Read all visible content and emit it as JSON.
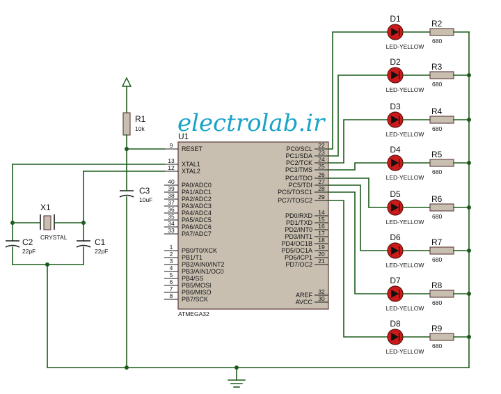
{
  "watermark": "electrolab.ir",
  "mcu": {
    "ref": "U1",
    "part": "ATMEGA32",
    "left_pins": [
      {
        "no": "9",
        "name": "RESET"
      },
      {
        "no": "13",
        "name": "XTAL1"
      },
      {
        "no": "12",
        "name": "XTAL2"
      },
      {
        "no": "40",
        "name": "PA0/ADC0"
      },
      {
        "no": "39",
        "name": "PA1/ADC1"
      },
      {
        "no": "38",
        "name": "PA2/ADC2"
      },
      {
        "no": "37",
        "name": "PA3/ADC3"
      },
      {
        "no": "36",
        "name": "PA4/ADC4"
      },
      {
        "no": "35",
        "name": "PA5/ADC5"
      },
      {
        "no": "34",
        "name": "PA6/ADC6"
      },
      {
        "no": "33",
        "name": "PA7/ADC7"
      },
      {
        "no": "1",
        "name": "PB0/T0/XCK"
      },
      {
        "no": "2",
        "name": "PB1/T1"
      },
      {
        "no": "3",
        "name": "PB2/AIN0/INT2"
      },
      {
        "no": "4",
        "name": "PB3/AIN1/OC0"
      },
      {
        "no": "5",
        "name": "PB4/SS"
      },
      {
        "no": "6",
        "name": "PB5/MOSI"
      },
      {
        "no": "7",
        "name": "PB6/MISO"
      },
      {
        "no": "8",
        "name": "PB7/SCK"
      }
    ],
    "right_pins": [
      {
        "no": "22",
        "name": "PC0/SCL"
      },
      {
        "no": "23",
        "name": "PC1/SDA"
      },
      {
        "no": "24",
        "name": "PC2/TCK"
      },
      {
        "no": "25",
        "name": "PC3/TMS"
      },
      {
        "no": "26",
        "name": "PC4/TDO"
      },
      {
        "no": "27",
        "name": "PC5/TDI"
      },
      {
        "no": "28",
        "name": "PC6/TOSC1"
      },
      {
        "no": "29",
        "name": "PC7/TOSC2"
      },
      {
        "no": "14",
        "name": "PD0/RXD"
      },
      {
        "no": "15",
        "name": "PD1/TXD"
      },
      {
        "no": "16",
        "name": "PD2/INT0"
      },
      {
        "no": "17",
        "name": "PD3/INT1"
      },
      {
        "no": "18",
        "name": "PD4/OC1B"
      },
      {
        "no": "19",
        "name": "PD5/OC1A"
      },
      {
        "no": "20",
        "name": "PD6/ICP1"
      },
      {
        "no": "21",
        "name": "PD7/OC2"
      },
      {
        "no": "32",
        "name": "AREF"
      },
      {
        "no": "30",
        "name": "AVCC"
      }
    ]
  },
  "r1": {
    "ref": "R1",
    "value": "10k"
  },
  "c3": {
    "ref": "C3",
    "value": "10uF"
  },
  "x1": {
    "ref": "X1",
    "value": "CRYSTAL"
  },
  "c1": {
    "ref": "C1",
    "value": "22pF"
  },
  "c2": {
    "ref": "C2",
    "value": "22pF"
  },
  "leds": [
    {
      "ref": "D1",
      "value": "LED-YELLOW"
    },
    {
      "ref": "D2",
      "value": "LED-YELLOW"
    },
    {
      "ref": "D3",
      "value": "LED-YELLOW"
    },
    {
      "ref": "D4",
      "value": "LED-YELLOW"
    },
    {
      "ref": "D5",
      "value": "LED-YELLOW"
    },
    {
      "ref": "D6",
      "value": "LED-YELLOW"
    },
    {
      "ref": "D7",
      "value": "LED-YELLOW"
    },
    {
      "ref": "D8",
      "value": "LED-YELLOW"
    }
  ],
  "resistors": [
    {
      "ref": "R2",
      "value": "680"
    },
    {
      "ref": "R3",
      "value": "680"
    },
    {
      "ref": "R4",
      "value": "680"
    },
    {
      "ref": "R5",
      "value": "680"
    },
    {
      "ref": "R6",
      "value": "680"
    },
    {
      "ref": "R7",
      "value": "680"
    },
    {
      "ref": "R8",
      "value": "680"
    },
    {
      "ref": "R9",
      "value": "680"
    }
  ]
}
